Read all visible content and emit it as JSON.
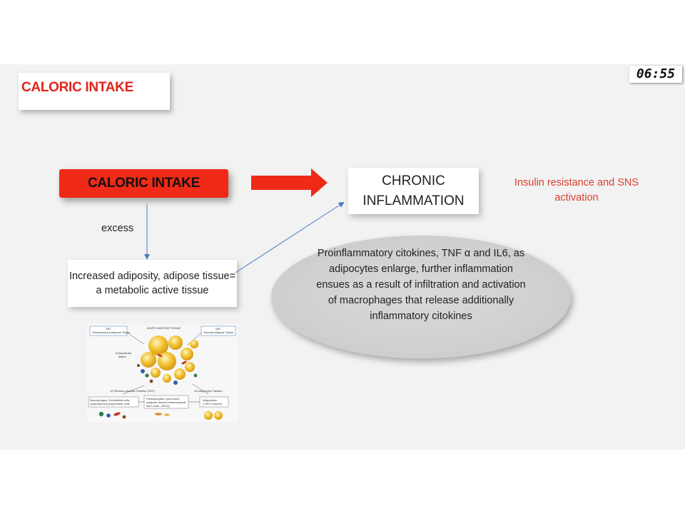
{
  "slide": {
    "title": "CALORIC INTAKE",
    "timer": "06:55"
  },
  "diagram": {
    "caloric_intake": "CALORIC INTAKE",
    "chronic_inflammation": [
      "CHRONIC",
      "INFLAMMATION"
    ],
    "insulin_resistance": "Insulin resistance and SNS activation",
    "excess": "excess",
    "adiposity": "Increased adiposity, adipose tissue= a metabolic active tissue",
    "proinflammatory": "Proinflammatory citokines, TNF α and IL6, as adipocytes enlarge, further inflammation ensues as a result of infiltration and activation of macrophages that release additionally inflammatory citokines"
  },
  "figure": {
    "title": "WHITE ADIPOSE TISSUE",
    "left_box": [
      "SAT",
      "Subcutaneous Adipose Tissue"
    ],
    "right_box": [
      "VAT",
      "Visceral Adipose Tissue"
    ],
    "extracellular": [
      "Extracellular",
      "Matrix"
    ],
    "svf_label": "1/3 Stroma-vascular Fraction (SVF)",
    "adipocyte_label": "2/3 Adipocyte Fraction",
    "cells_left": [
      "Macrophages, Endothelial cells,",
      "Lymphoid and polynuclear cells"
    ],
    "cells_mid": [
      "Preadipocytes, precursors",
      "(adipose derived mesenchymal",
      "stem cells - ASCs)"
    ],
    "cells_right": [
      "Adipocytes",
      "(>90% volume)"
    ]
  },
  "colors": {
    "accent_red": "#e2231a",
    "arrow_red": "#ee2a17",
    "connector_blue": "#4a7cc4",
    "adipocyte_yellow": "#f2c230"
  }
}
